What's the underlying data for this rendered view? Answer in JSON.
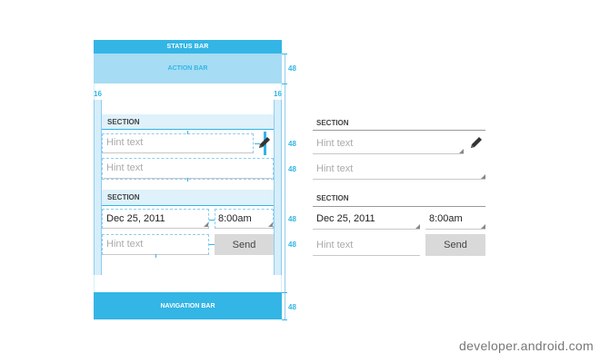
{
  "bars": {
    "status": "STATUS BAR",
    "action": "ACTION BAR",
    "navigation": "NAVIGATION BAR"
  },
  "measurements": {
    "margin_left": "16",
    "margin_right": "16",
    "row_height": "48"
  },
  "left_mock": {
    "section1": "SECTION",
    "section2": "SECTION",
    "hint1": "Hint text",
    "hint2": "Hint text",
    "date": "Dec 25, 2011",
    "time": "8:00am",
    "hint3": "Hint text",
    "send": "Send"
  },
  "right_mock": {
    "section1": "SECTION",
    "section2": "SECTION",
    "hint1": "Hint text",
    "hint2": "Hint text",
    "date": "Dec 25, 2011",
    "time": "8:00am",
    "hint3": "Hint text",
    "send": "Send"
  },
  "icons": {
    "edit": "pencil-icon",
    "spinner": "spinner-corner-icon"
  },
  "colors": {
    "accent": "#33b5e5",
    "action_bar": "#a6dcf4",
    "guide": "#8dcdef",
    "section_bg": "#dff1fa",
    "button": "#d9d9d9"
  },
  "watermark": "developer.android.com"
}
